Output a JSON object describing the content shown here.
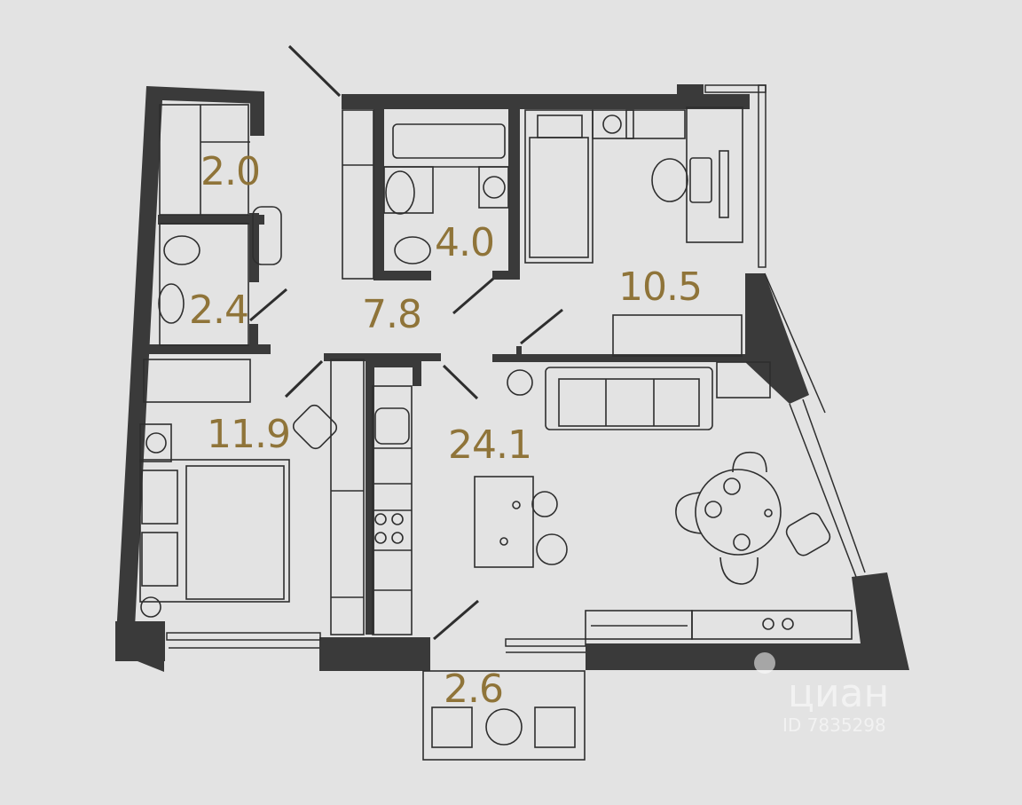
{
  "plan": {
    "title": "Apartment floor plan",
    "colors": {
      "background": "#e3e3e3",
      "wall": "#3a3a3a",
      "label": "#8f7439",
      "line": "#2e2e2e",
      "fixture_fill": "#e6e6e6"
    },
    "rooms": [
      {
        "id": "wardrobe",
        "area": "2.0"
      },
      {
        "id": "toilet",
        "area": "2.4"
      },
      {
        "id": "bathroom",
        "area": "4.0"
      },
      {
        "id": "hallway",
        "area": "7.8"
      },
      {
        "id": "bedroom-small",
        "area": "10.5"
      },
      {
        "id": "bedroom",
        "area": "11.9"
      },
      {
        "id": "kitchen-living",
        "area": "24.1"
      },
      {
        "id": "balcony",
        "area": "2.6"
      }
    ]
  },
  "watermark": {
    "brand": "циан",
    "id_text": "ID 7835298"
  }
}
